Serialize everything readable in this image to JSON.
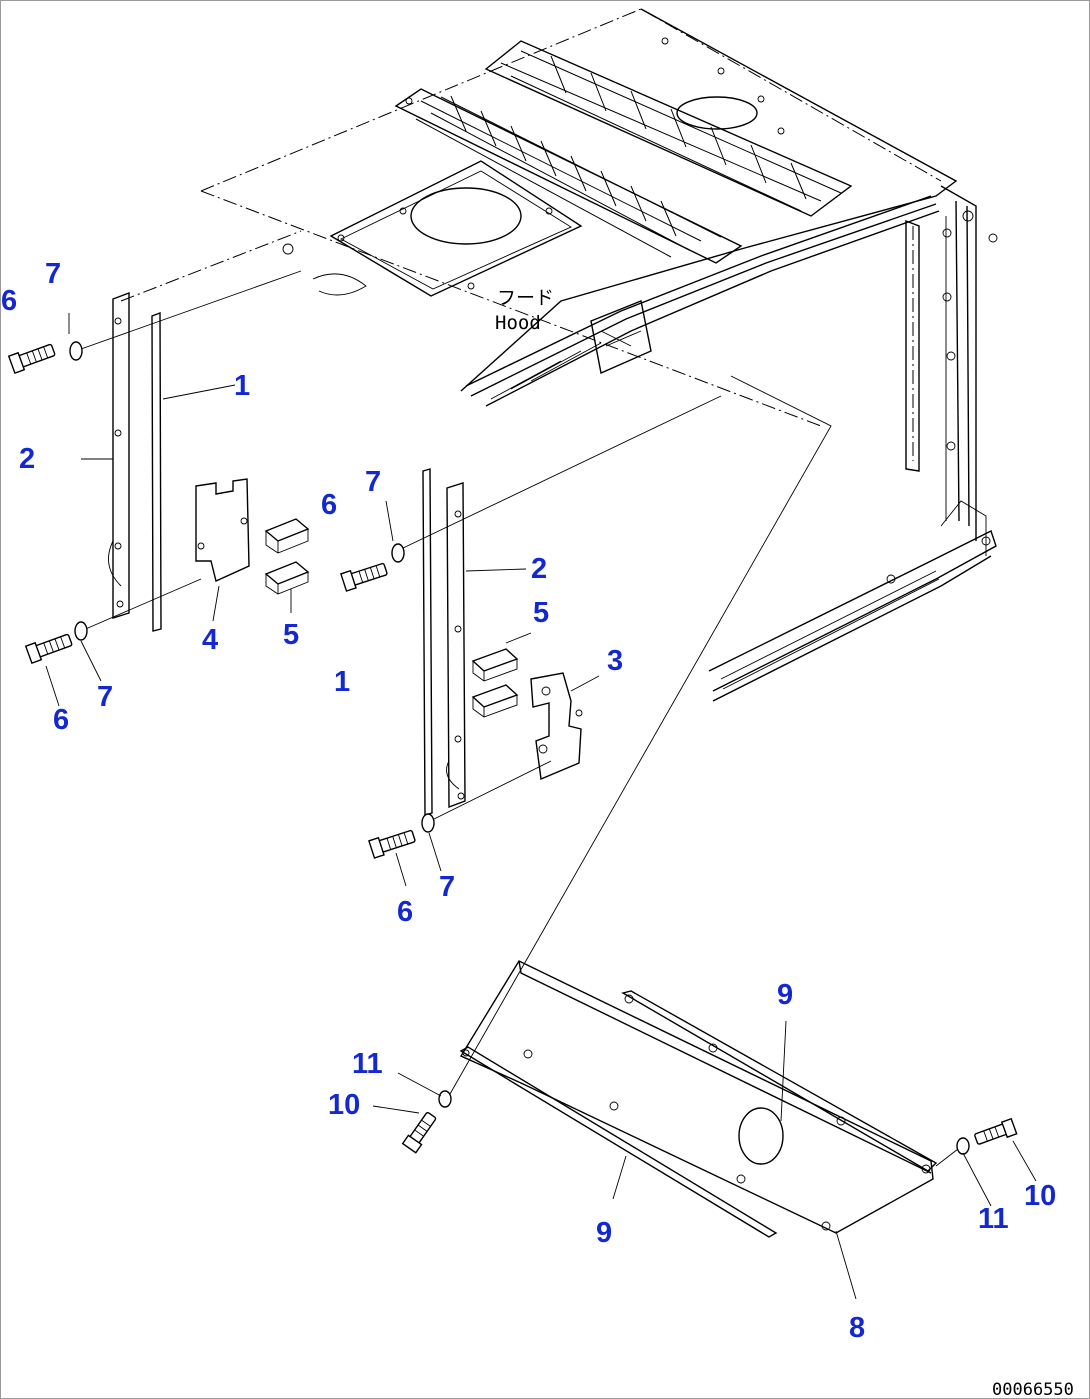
{
  "hood_label": {
    "jp": "フード",
    "en": "Hood"
  },
  "document_id": "00066550",
  "callouts": [
    "1",
    "2",
    "3",
    "4",
    "5",
    "6",
    "7",
    "8",
    "9",
    "10",
    "11"
  ],
  "colors": {
    "callout": "#1428d2",
    "line": "#000000",
    "background": "#ffffff"
  }
}
